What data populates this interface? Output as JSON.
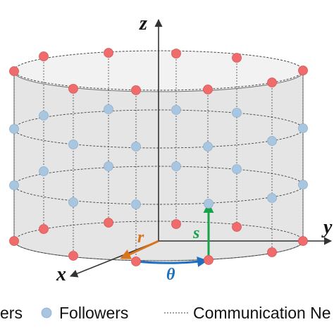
{
  "axes": {
    "z": "z",
    "y": "y",
    "x": "x",
    "r": "r",
    "s": "s",
    "theta": "θ"
  },
  "legend": {
    "leaders": "ers",
    "followers": "Followers",
    "network": "Communication Ne"
  },
  "colors": {
    "leader": "#f06b6b",
    "follower": "#a9c6e0",
    "cylinder": "#d8d8d8",
    "r_arrow": "#d9731c",
    "s_arrow": "#18a34a",
    "theta_arrow": "#1e6fbf"
  }
}
